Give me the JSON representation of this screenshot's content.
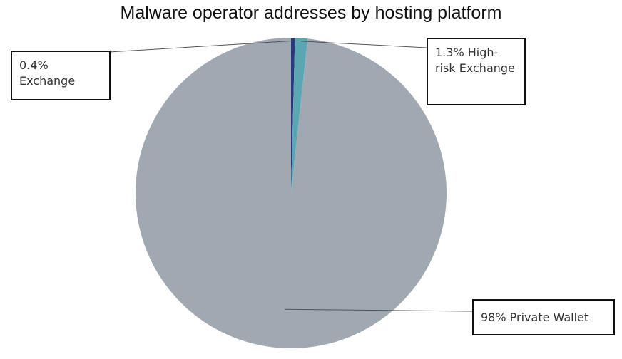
{
  "chart_data": {
    "type": "pie",
    "title": "Malware operator addresses by hosting platform",
    "slices": [
      {
        "label": "Exchange",
        "value": 0.4,
        "display": "0.4%",
        "color": "#2b3a7a"
      },
      {
        "label": "High-risk Exchange",
        "value": 1.3,
        "display": "1.3%",
        "color": "#5aa6b3"
      },
      {
        "label": "Private Wallet",
        "value": 98,
        "display": "98%",
        "color": "#a0a8b1"
      }
    ],
    "legend": "none",
    "data_labels": [
      "0.4% Exchange",
      "1.3% High-risk Exchange",
      "98% Private Wallet"
    ]
  }
}
